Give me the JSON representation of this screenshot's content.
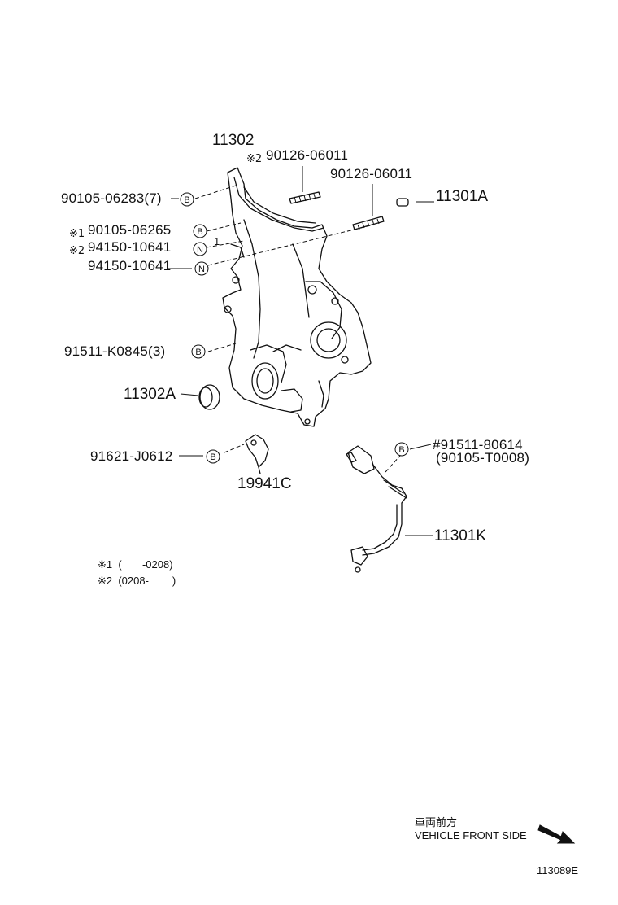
{
  "parts": {
    "timing_cover": "11302",
    "stud_1": "90126-06011",
    "stud_2": "90126-06011",
    "cap": "11301A",
    "bolt_7": "90105-06283(7)",
    "bolt_1": "90105-06265",
    "nut_2": "94150-10641",
    "nut": "94150-10641",
    "bolt_3": "91511-K0845(3)",
    "oil_seal": "11302A",
    "bolt_sensor_bracket": "91621-J0612",
    "sensor_bracket": "19941C",
    "bolt_sensor_a": "#91511-80614",
    "bolt_sensor_b": "(90105-T0008)",
    "crank_sensor": "11301K"
  },
  "badges": {
    "b": "B",
    "n": "N"
  },
  "marks": {
    "m1": "※1",
    "m2": "※2",
    "sup1": "1",
    "m1_range": "※1  (       -0208)",
    "m2_range": "※2  (0208-        )"
  },
  "footer": {
    "front_jp": "車両前方",
    "front_en": "VEHICLE FRONT SIDE",
    "diagram_id": "113089E"
  }
}
